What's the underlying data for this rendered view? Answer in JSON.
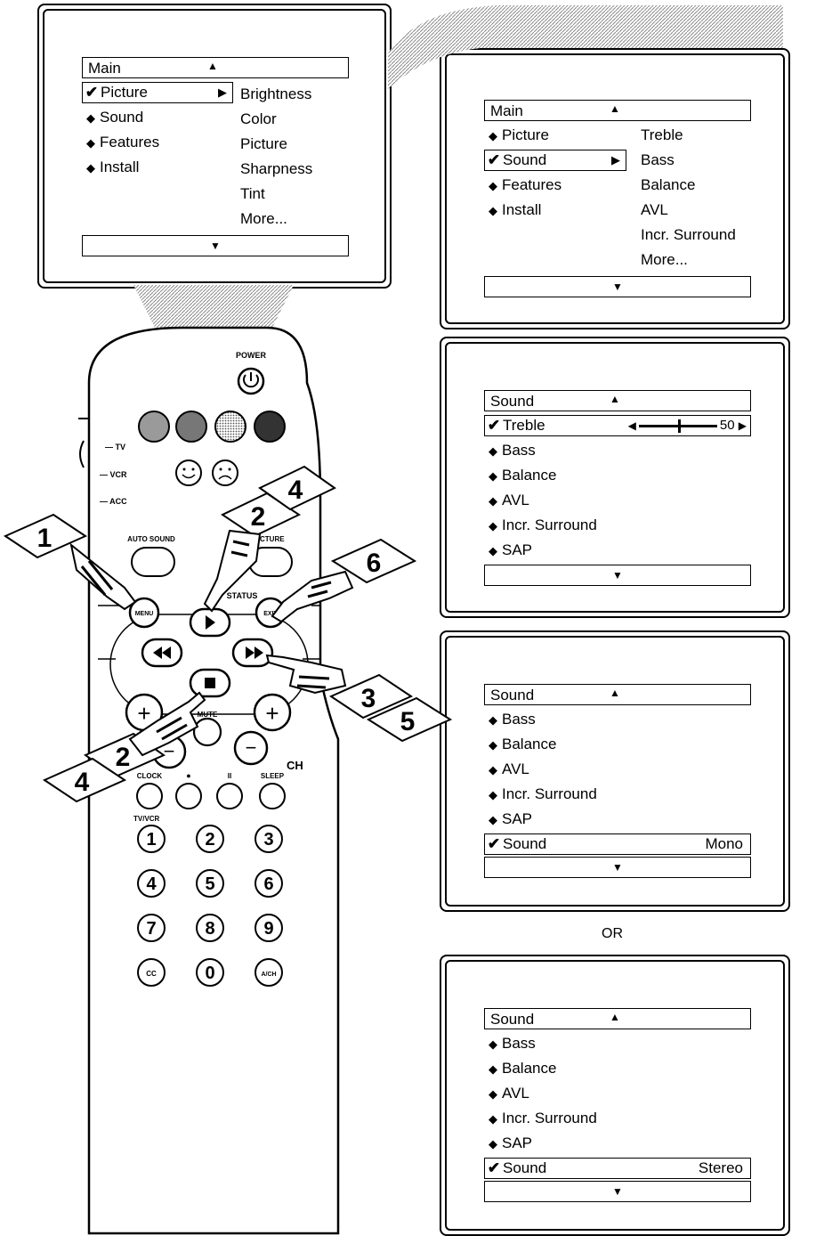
{
  "screen_main": {
    "header": "Main",
    "items": [
      "Picture",
      "Sound",
      "Features",
      "Install"
    ],
    "selected_index": 0,
    "submenu": [
      "Brightness",
      "Color",
      "Picture",
      "Sharpness",
      "Tint",
      "More..."
    ]
  },
  "screen_sound_menu": {
    "header": "Main",
    "items": [
      "Picture",
      "Sound",
      "Features",
      "Install"
    ],
    "selected_index": 1,
    "submenu": [
      "Treble",
      "Bass",
      "Balance",
      "AVL",
      "Incr. Surround",
      "More..."
    ]
  },
  "screen_treble": {
    "header": "Sound",
    "items": [
      "Treble",
      "Bass",
      "Balance",
      "AVL",
      "Incr. Surround",
      "SAP"
    ],
    "selected_index": 0,
    "slider_value": "50"
  },
  "screen_mono": {
    "header": "Sound",
    "items": [
      "Bass",
      "Balance",
      "AVL",
      "Incr. Surround",
      "SAP"
    ],
    "sound_label": "Sound",
    "sound_value": "Mono"
  },
  "or_label": "OR",
  "screen_stereo": {
    "header": "Sound",
    "items": [
      "Bass",
      "Balance",
      "AVL",
      "Incr. Surround",
      "SAP"
    ],
    "sound_label": "Sound",
    "sound_value": "Stereo"
  },
  "remote": {
    "power_label": "POWER",
    "source_labels": [
      "TV",
      "VCR",
      "ACC"
    ],
    "auto_sound_label": "AUTO SOUND",
    "auto_picture_label": "PICTURE",
    "status_label": "STATUS",
    "menu_label": "MENU",
    "exit_label": "EXIT",
    "mute_label": "MUTE",
    "ch_label": "CH",
    "clock_label": "CLOCK",
    "sleep_label": "SLEEP",
    "tvvcr_label": "TV/VCR",
    "digits": [
      "1",
      "2",
      "3",
      "4",
      "5",
      "6",
      "7",
      "8",
      "9"
    ],
    "cc_label": "CC",
    "zero_label": "0",
    "ach_label": "A/CH",
    "color_buttons": [
      "#9a9a9a",
      "#777777",
      "#cfcfcf",
      "#333333"
    ]
  },
  "step_numbers": {
    "step1": "1",
    "step2_top": "2",
    "step4_top": "4",
    "step6": "6",
    "step3": "3",
    "step5": "5",
    "step2_bottom": "2",
    "step4_bottom": "4"
  }
}
